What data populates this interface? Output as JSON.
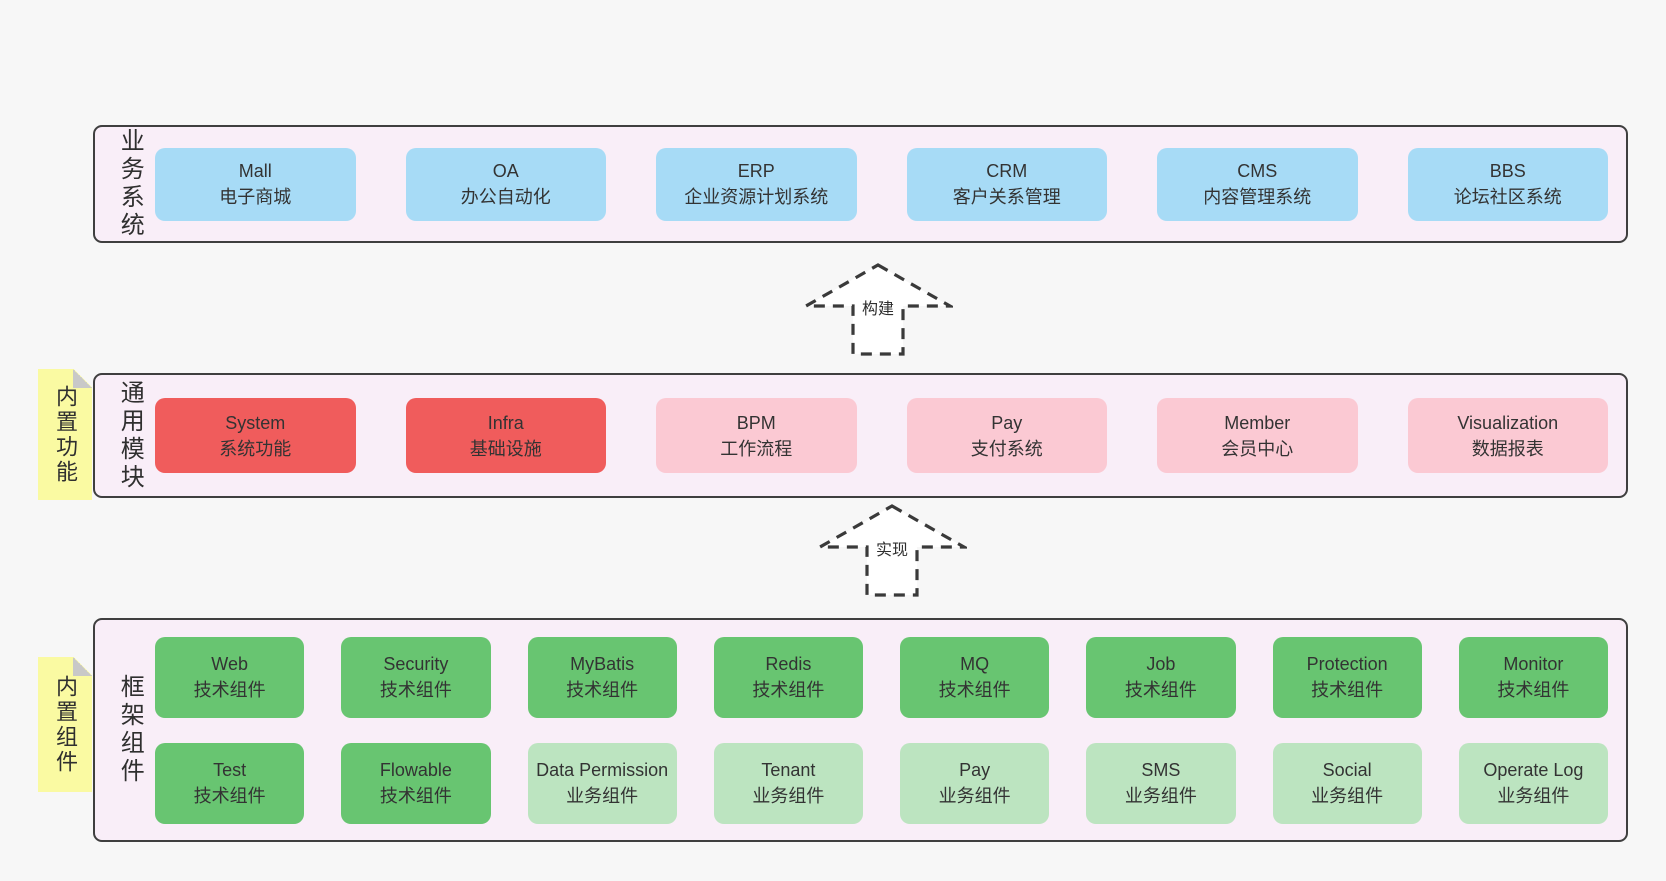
{
  "colors": {
    "page_bg": "#f7f7f7",
    "panel_bg": "#f9eef8",
    "panel_border": "#3f3f3f",
    "blue": "#a7dbf6",
    "red": "#f05c5c",
    "pink": "#fbc9d3",
    "green": "#68c571",
    "light_green": "#bce4c0",
    "note_yellow": "#fafaa2",
    "note_fold": "#c8c8c8",
    "text": "#333333"
  },
  "notes": [
    {
      "text": "内置功能"
    },
    {
      "text": "内置组件"
    }
  ],
  "arrows": [
    {
      "label": "构建"
    },
    {
      "label": "实现"
    }
  ],
  "layers": [
    {
      "label": "业务系统",
      "boxes": [
        {
          "title": "Mall",
          "subtitle": "电子商城",
          "variant": "blue"
        },
        {
          "title": "OA",
          "subtitle": "办公自动化",
          "variant": "blue"
        },
        {
          "title": "ERP",
          "subtitle": "企业资源计划系统",
          "variant": "blue"
        },
        {
          "title": "CRM",
          "subtitle": "客户关系管理",
          "variant": "blue"
        },
        {
          "title": "CMS",
          "subtitle": "内容管理系统",
          "variant": "blue"
        },
        {
          "title": "BBS",
          "subtitle": "论坛社区系统",
          "variant": "blue"
        }
      ]
    },
    {
      "label": "通用模块",
      "boxes": [
        {
          "title": "System",
          "subtitle": "系统功能",
          "variant": "red"
        },
        {
          "title": "Infra",
          "subtitle": "基础设施",
          "variant": "red"
        },
        {
          "title": "BPM",
          "subtitle": "工作流程",
          "variant": "pink"
        },
        {
          "title": "Pay",
          "subtitle": "支付系统",
          "variant": "pink"
        },
        {
          "title": "Member",
          "subtitle": "会员中心",
          "variant": "pink"
        },
        {
          "title": "Visualization",
          "subtitle": "数据报表",
          "variant": "pink"
        }
      ]
    },
    {
      "label": "框架组件",
      "boxes": [
        {
          "title": "Web",
          "subtitle": "技术组件",
          "variant": "green"
        },
        {
          "title": "Security",
          "subtitle": "技术组件",
          "variant": "green"
        },
        {
          "title": "MyBatis",
          "subtitle": "技术组件",
          "variant": "green"
        },
        {
          "title": "Redis",
          "subtitle": "技术组件",
          "variant": "green"
        },
        {
          "title": "MQ",
          "subtitle": "技术组件",
          "variant": "green"
        },
        {
          "title": "Job",
          "subtitle": "技术组件",
          "variant": "green"
        },
        {
          "title": "Protection",
          "subtitle": "技术组件",
          "variant": "green"
        },
        {
          "title": "Monitor",
          "subtitle": "技术组件",
          "variant": "green"
        },
        {
          "title": "Test",
          "subtitle": "技术组件",
          "variant": "green"
        },
        {
          "title": "Flowable",
          "subtitle": "技术组件",
          "variant": "green"
        },
        {
          "title": "Data Permission",
          "subtitle": "业务组件",
          "variant": "light-green"
        },
        {
          "title": "Tenant",
          "subtitle": "业务组件",
          "variant": "light-green"
        },
        {
          "title": "Pay",
          "subtitle": "业务组件",
          "variant": "light-green"
        },
        {
          "title": "SMS",
          "subtitle": "业务组件",
          "variant": "light-green"
        },
        {
          "title": "Social",
          "subtitle": "业务组件",
          "variant": "light-green"
        },
        {
          "title": "Operate Log",
          "subtitle": "业务组件",
          "variant": "light-green"
        }
      ]
    }
  ]
}
